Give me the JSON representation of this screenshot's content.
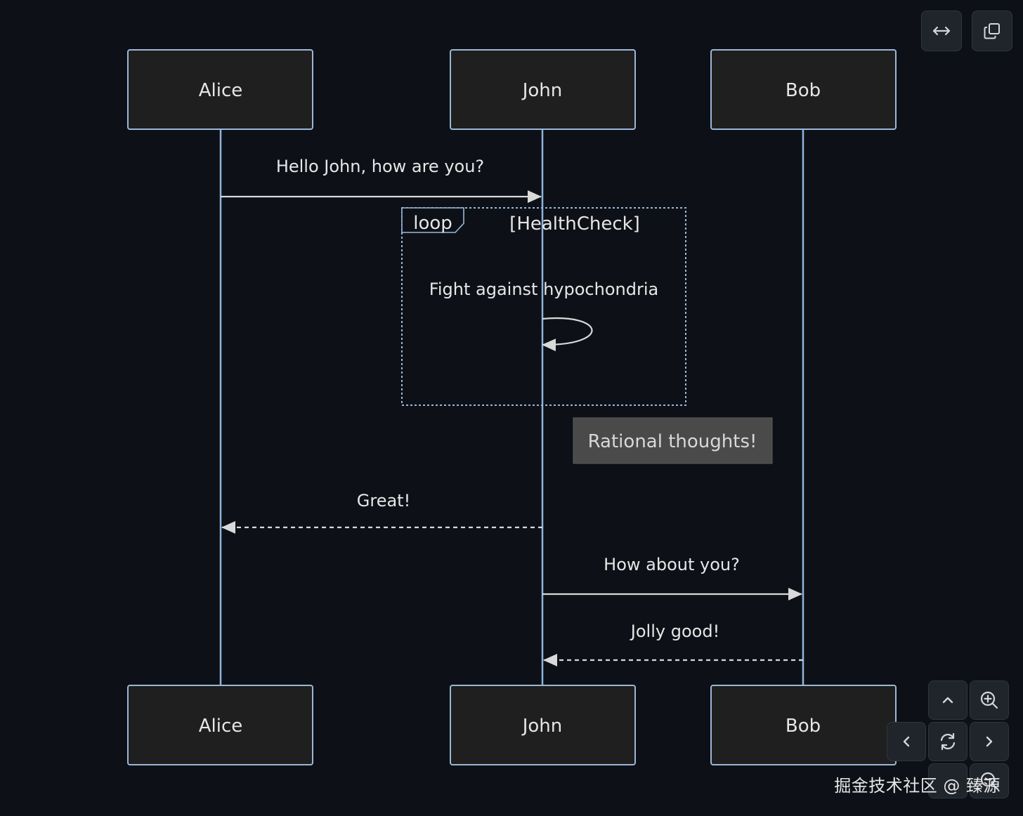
{
  "diagram": {
    "participants": [
      "Alice",
      "John",
      "Bob"
    ],
    "messages": [
      {
        "from": "Alice",
        "to": "John",
        "text": "Hello John, how are you?",
        "style": "solid"
      },
      {
        "from": "John",
        "to": "John",
        "text": "Fight against hypochondria",
        "style": "solid"
      },
      {
        "from": "John",
        "to": "Alice",
        "text": "Great!",
        "style": "dashed"
      },
      {
        "from": "John",
        "to": "Bob",
        "text": "How about you?",
        "style": "solid"
      },
      {
        "from": "Bob",
        "to": "John",
        "text": "Jolly good!",
        "style": "dashed"
      }
    ],
    "loop": {
      "keyword": "loop",
      "condition": "[HealthCheck]"
    },
    "note": {
      "text": "Rational thoughts!"
    }
  },
  "controls": {
    "top": [
      "expand-horizontal-icon",
      "copy-icon"
    ],
    "bottom": [
      "chevron-up-icon",
      "zoom-in-icon",
      "chevron-left-icon",
      "reset-icon",
      "chevron-right-icon",
      "zoom-out-icon"
    ]
  },
  "watermark": "掘金技术社区 @ 臻源",
  "colors": {
    "background": "#0d1117",
    "lifeline": "#8fb3db",
    "actor_fill": "#1f1f1f",
    "note_fill": "#4a4a4a"
  }
}
